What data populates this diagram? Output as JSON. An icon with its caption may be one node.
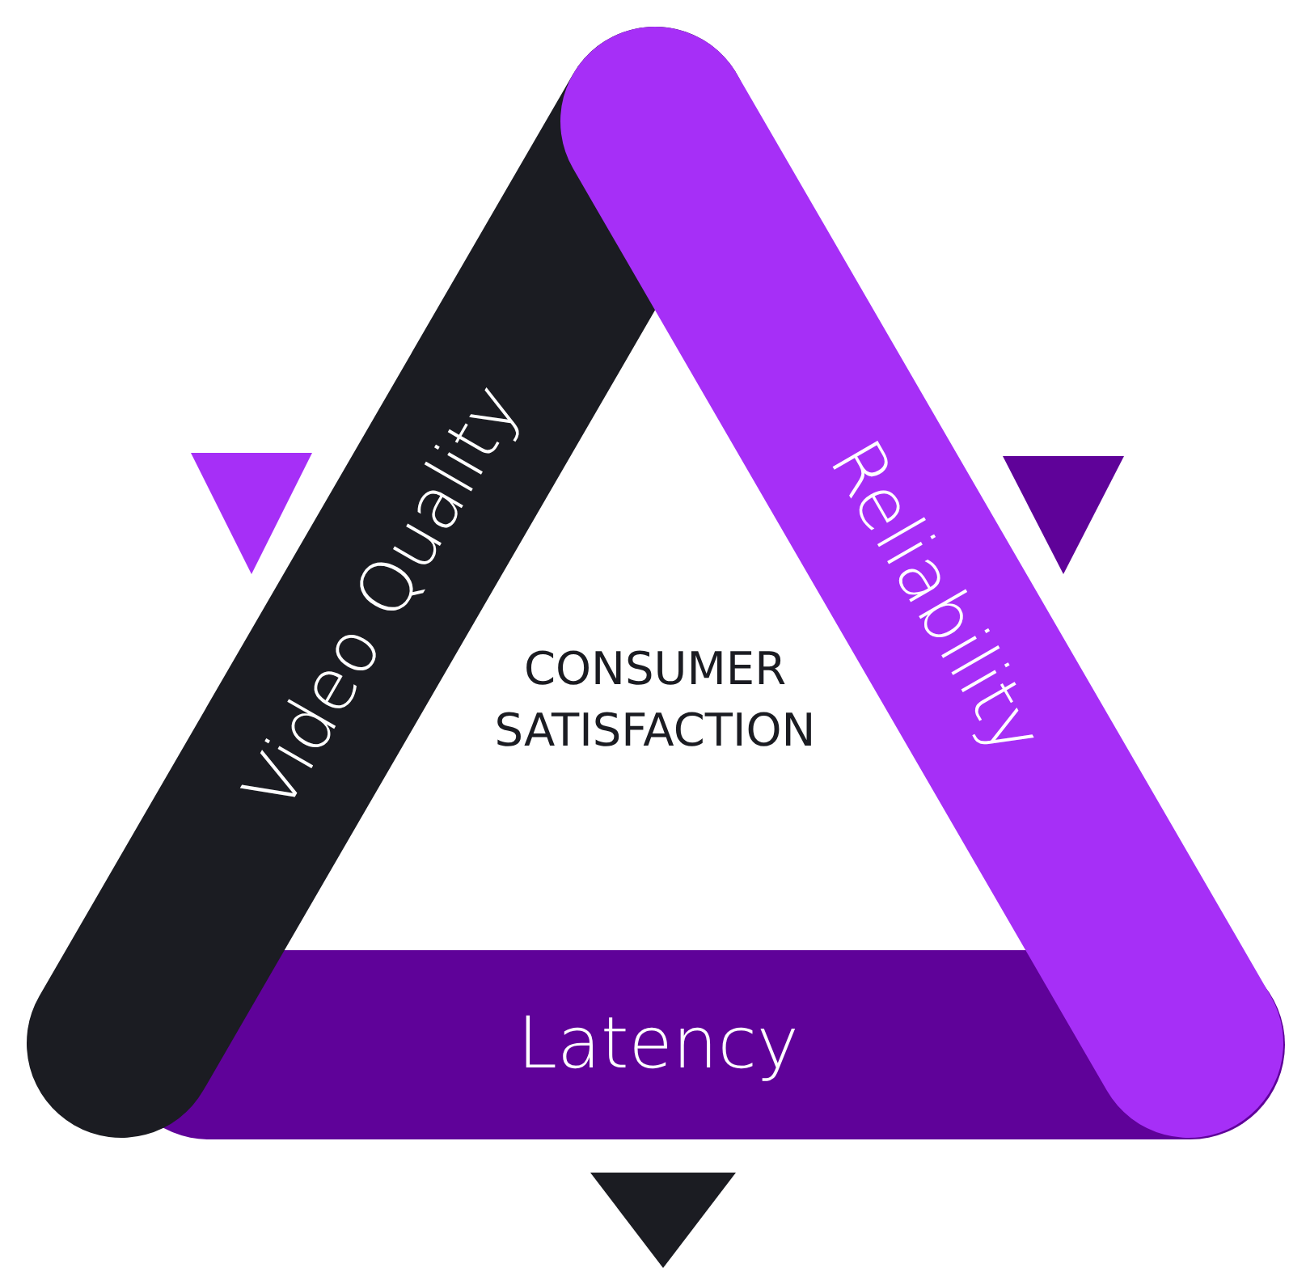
{
  "diagram": {
    "nodes": [
      {
        "text": [
          "Video Quality"
        ]
      },
      {
        "text": [
          "Reliability"
        ]
      },
      {
        "text": [
          "Latency"
        ]
      },
      {
        "text": [
          "CONSUMER SATISFACTION"
        ]
      },
      {
        "text": [],
        "shape": "triangle"
      },
      {
        "text": [],
        "shape": "triangle"
      },
      {
        "text": [],
        "shape": "triangle"
      }
    ]
  }
}
